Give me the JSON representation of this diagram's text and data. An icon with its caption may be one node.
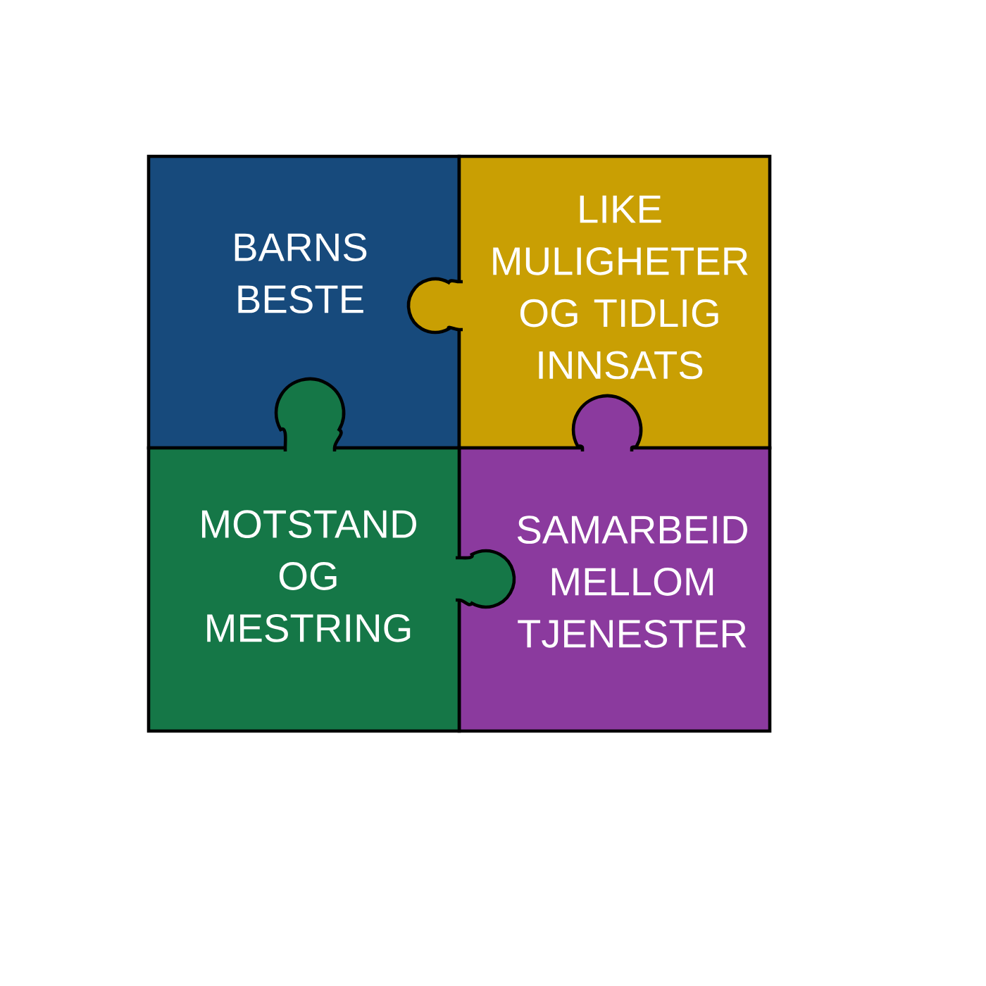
{
  "diagram": {
    "nodes": [
      {
        "text": [
          "BARNS BESTE"
        ]
      },
      {
        "text": [
          "LIKE MULIGHETER OG TIDLIG INNSATS"
        ]
      },
      {
        "text": [
          "MOTSTAND OG MESTRING"
        ]
      },
      {
        "text": [
          "SAMARBEID MELLOM TJENESTER"
        ]
      }
    ]
  }
}
